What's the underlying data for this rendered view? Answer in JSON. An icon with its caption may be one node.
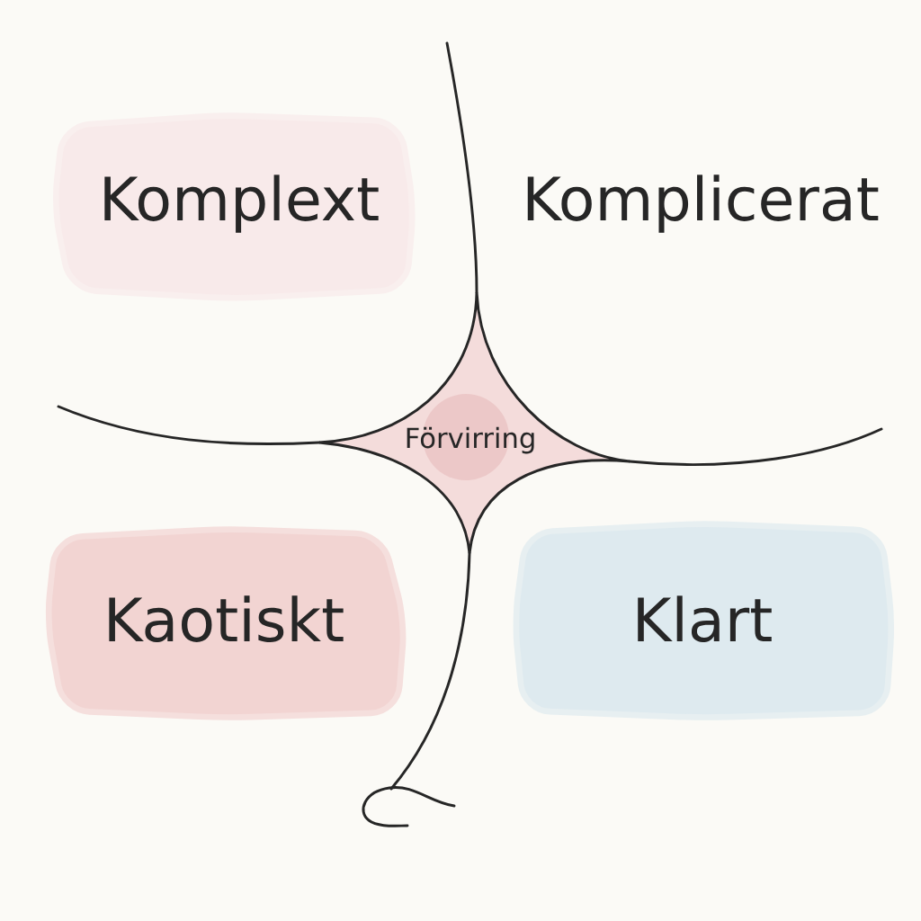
{
  "diagram": {
    "nodes": [
      {
        "text": [
          "Komplext"
        ]
      },
      {
        "text": [
          "Komplicerat"
        ]
      },
      {
        "text": [
          "Förvirring"
        ]
      },
      {
        "text": [
          "Kaotiskt"
        ]
      },
      {
        "text": [
          "Klart"
        ]
      }
    ]
  }
}
